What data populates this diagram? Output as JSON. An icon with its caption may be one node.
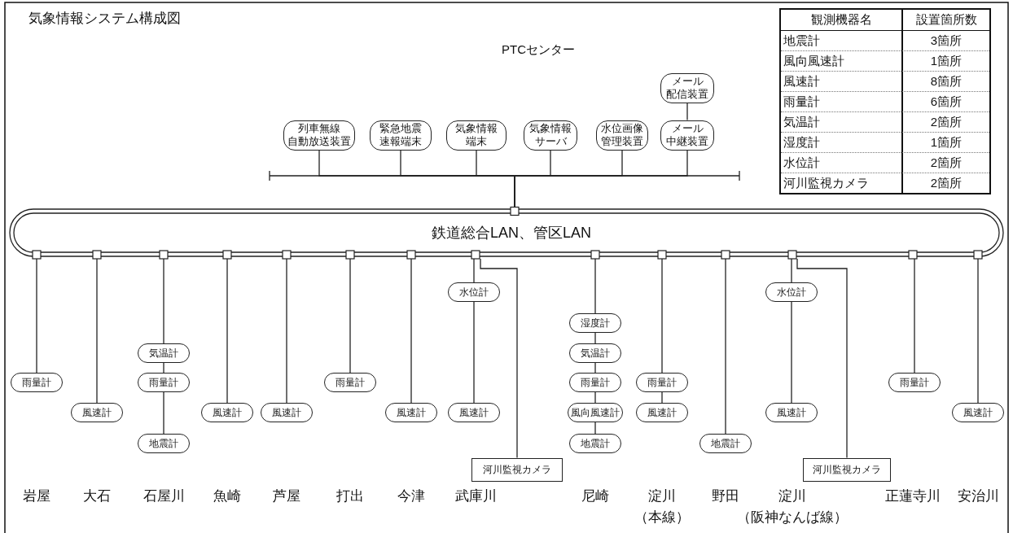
{
  "diagram": {
    "title": "気象情報システム構成図",
    "nodes": [
      {
        "text": [
          "メール配信装置"
        ]
      },
      {
        "text": [
          "列車無線自動放送装置"
        ]
      },
      {
        "text": [
          "緊急地震速報端末"
        ]
      },
      {
        "text": [
          "気象情報端末"
        ]
      },
      {
        "text": [
          "気象情報サーバ"
        ]
      },
      {
        "text": [
          "水位画像管理装置"
        ]
      },
      {
        "text": [
          "メール中継装置"
        ]
      },
      {
        "text": [
          "鉄道総合LAN、管区LAN"
        ]
      },
      {
        "text": [
          "雨量計"
        ]
      },
      {
        "text": [
          "風速計"
        ]
      },
      {
        "text": [
          "気温計"
        ]
      },
      {
        "text": [
          "雨量計"
        ]
      },
      {
        "text": [
          "地震計"
        ]
      },
      {
        "text": [
          "風速計"
        ]
      },
      {
        "text": [
          "風速計"
        ]
      },
      {
        "text": [
          "雨量計"
        ]
      },
      {
        "text": [
          "風速計"
        ]
      },
      {
        "text": [
          "水位計"
        ]
      },
      {
        "text": [
          "風速計"
        ]
      },
      {
        "text": [
          "河川監視カメラ"
        ]
      },
      {
        "text": [
          "湿度計"
        ]
      },
      {
        "text": [
          "気温計"
        ]
      },
      {
        "text": [
          "雨量計"
        ]
      },
      {
        "text": [
          "風向風速計"
        ]
      },
      {
        "text": [
          "地震計"
        ]
      },
      {
        "text": [
          "雨量計"
        ]
      },
      {
        "text": [
          "風速計"
        ]
      },
      {
        "text": [
          "地震計"
        ]
      },
      {
        "text": [
          "水位計"
        ]
      },
      {
        "text": [
          "風速計"
        ]
      },
      {
        "text": [
          "河川監視カメラ"
        ]
      },
      {
        "text": [
          "雨量計"
        ]
      },
      {
        "text": [
          "風速計"
        ]
      }
    ],
    "edges": [
      {
        "from": 0,
        "to": 6,
        "arrow": "none"
      },
      {
        "from": 1,
        "to": 7,
        "arrow": "none"
      },
      {
        "from": 2,
        "to": 7,
        "arrow": "none"
      },
      {
        "from": 3,
        "to": 7,
        "arrow": "none"
      },
      {
        "from": 4,
        "to": 7,
        "arrow": "none"
      },
      {
        "from": 5,
        "to": 7,
        "arrow": "none"
      },
      {
        "from": 6,
        "to": 7,
        "arrow": "none"
      },
      {
        "from": 7,
        "to": 8,
        "arrow": "none"
      },
      {
        "from": 7,
        "to": 9,
        "arrow": "none"
      },
      {
        "from": 7,
        "to": 10,
        "arrow": "none"
      },
      {
        "from": 10,
        "to": 11,
        "arrow": "none"
      },
      {
        "from": 11,
        "to": 12,
        "arrow": "none"
      },
      {
        "from": 7,
        "to": 13,
        "arrow": "none"
      },
      {
        "from": 7,
        "to": 14,
        "arrow": "none"
      },
      {
        "from": 7,
        "to": 15,
        "arrow": "none"
      },
      {
        "from": 7,
        "to": 16,
        "arrow": "none"
      },
      {
        "from": 7,
        "to": 17,
        "arrow": "none"
      },
      {
        "from": 17,
        "to": 18,
        "arrow": "none"
      },
      {
        "from": 7,
        "to": 19,
        "arrow": "none"
      },
      {
        "from": 7,
        "to": 20,
        "arrow": "none"
      },
      {
        "from": 20,
        "to": 21,
        "arrow": "none"
      },
      {
        "from": 21,
        "to": 22,
        "arrow": "none"
      },
      {
        "from": 22,
        "to": 23,
        "arrow": "none"
      },
      {
        "from": 23,
        "to": 24,
        "arrow": "none"
      },
      {
        "from": 7,
        "to": 25,
        "arrow": "none"
      },
      {
        "from": 25,
        "to": 26,
        "arrow": "none"
      },
      {
        "from": 7,
        "to": 27,
        "arrow": "none"
      },
      {
        "from": 7,
        "to": 28,
        "arrow": "none"
      },
      {
        "from": 28,
        "to": 29,
        "arrow": "none"
      },
      {
        "from": 7,
        "to": 30,
        "arrow": "none"
      },
      {
        "from": 7,
        "to": 31,
        "arrow": "none"
      },
      {
        "from": 7,
        "to": 32,
        "arrow": "none"
      }
    ],
    "labels": [
      "PTCセンター",
      "観測機器名",
      "設置箇所数",
      "地震計",
      "3箇所",
      "風向風速計",
      "1箇所",
      "風速計",
      "8箇所",
      "雨量計",
      "6箇所",
      "気温計",
      "2箇所",
      "湿度計",
      "1箇所",
      "水位計",
      "2箇所",
      "河川監視カメラ",
      "2箇所",
      "岩屋",
      "大石",
      "石屋川",
      "魚崎",
      "芦屋",
      "打出",
      "今津",
      "武庫川",
      "尼崎",
      "淀川（本線）",
      "野田",
      "淀川（阪神なんば線）",
      "正蓮寺川",
      "安治川"
    ]
  }
}
